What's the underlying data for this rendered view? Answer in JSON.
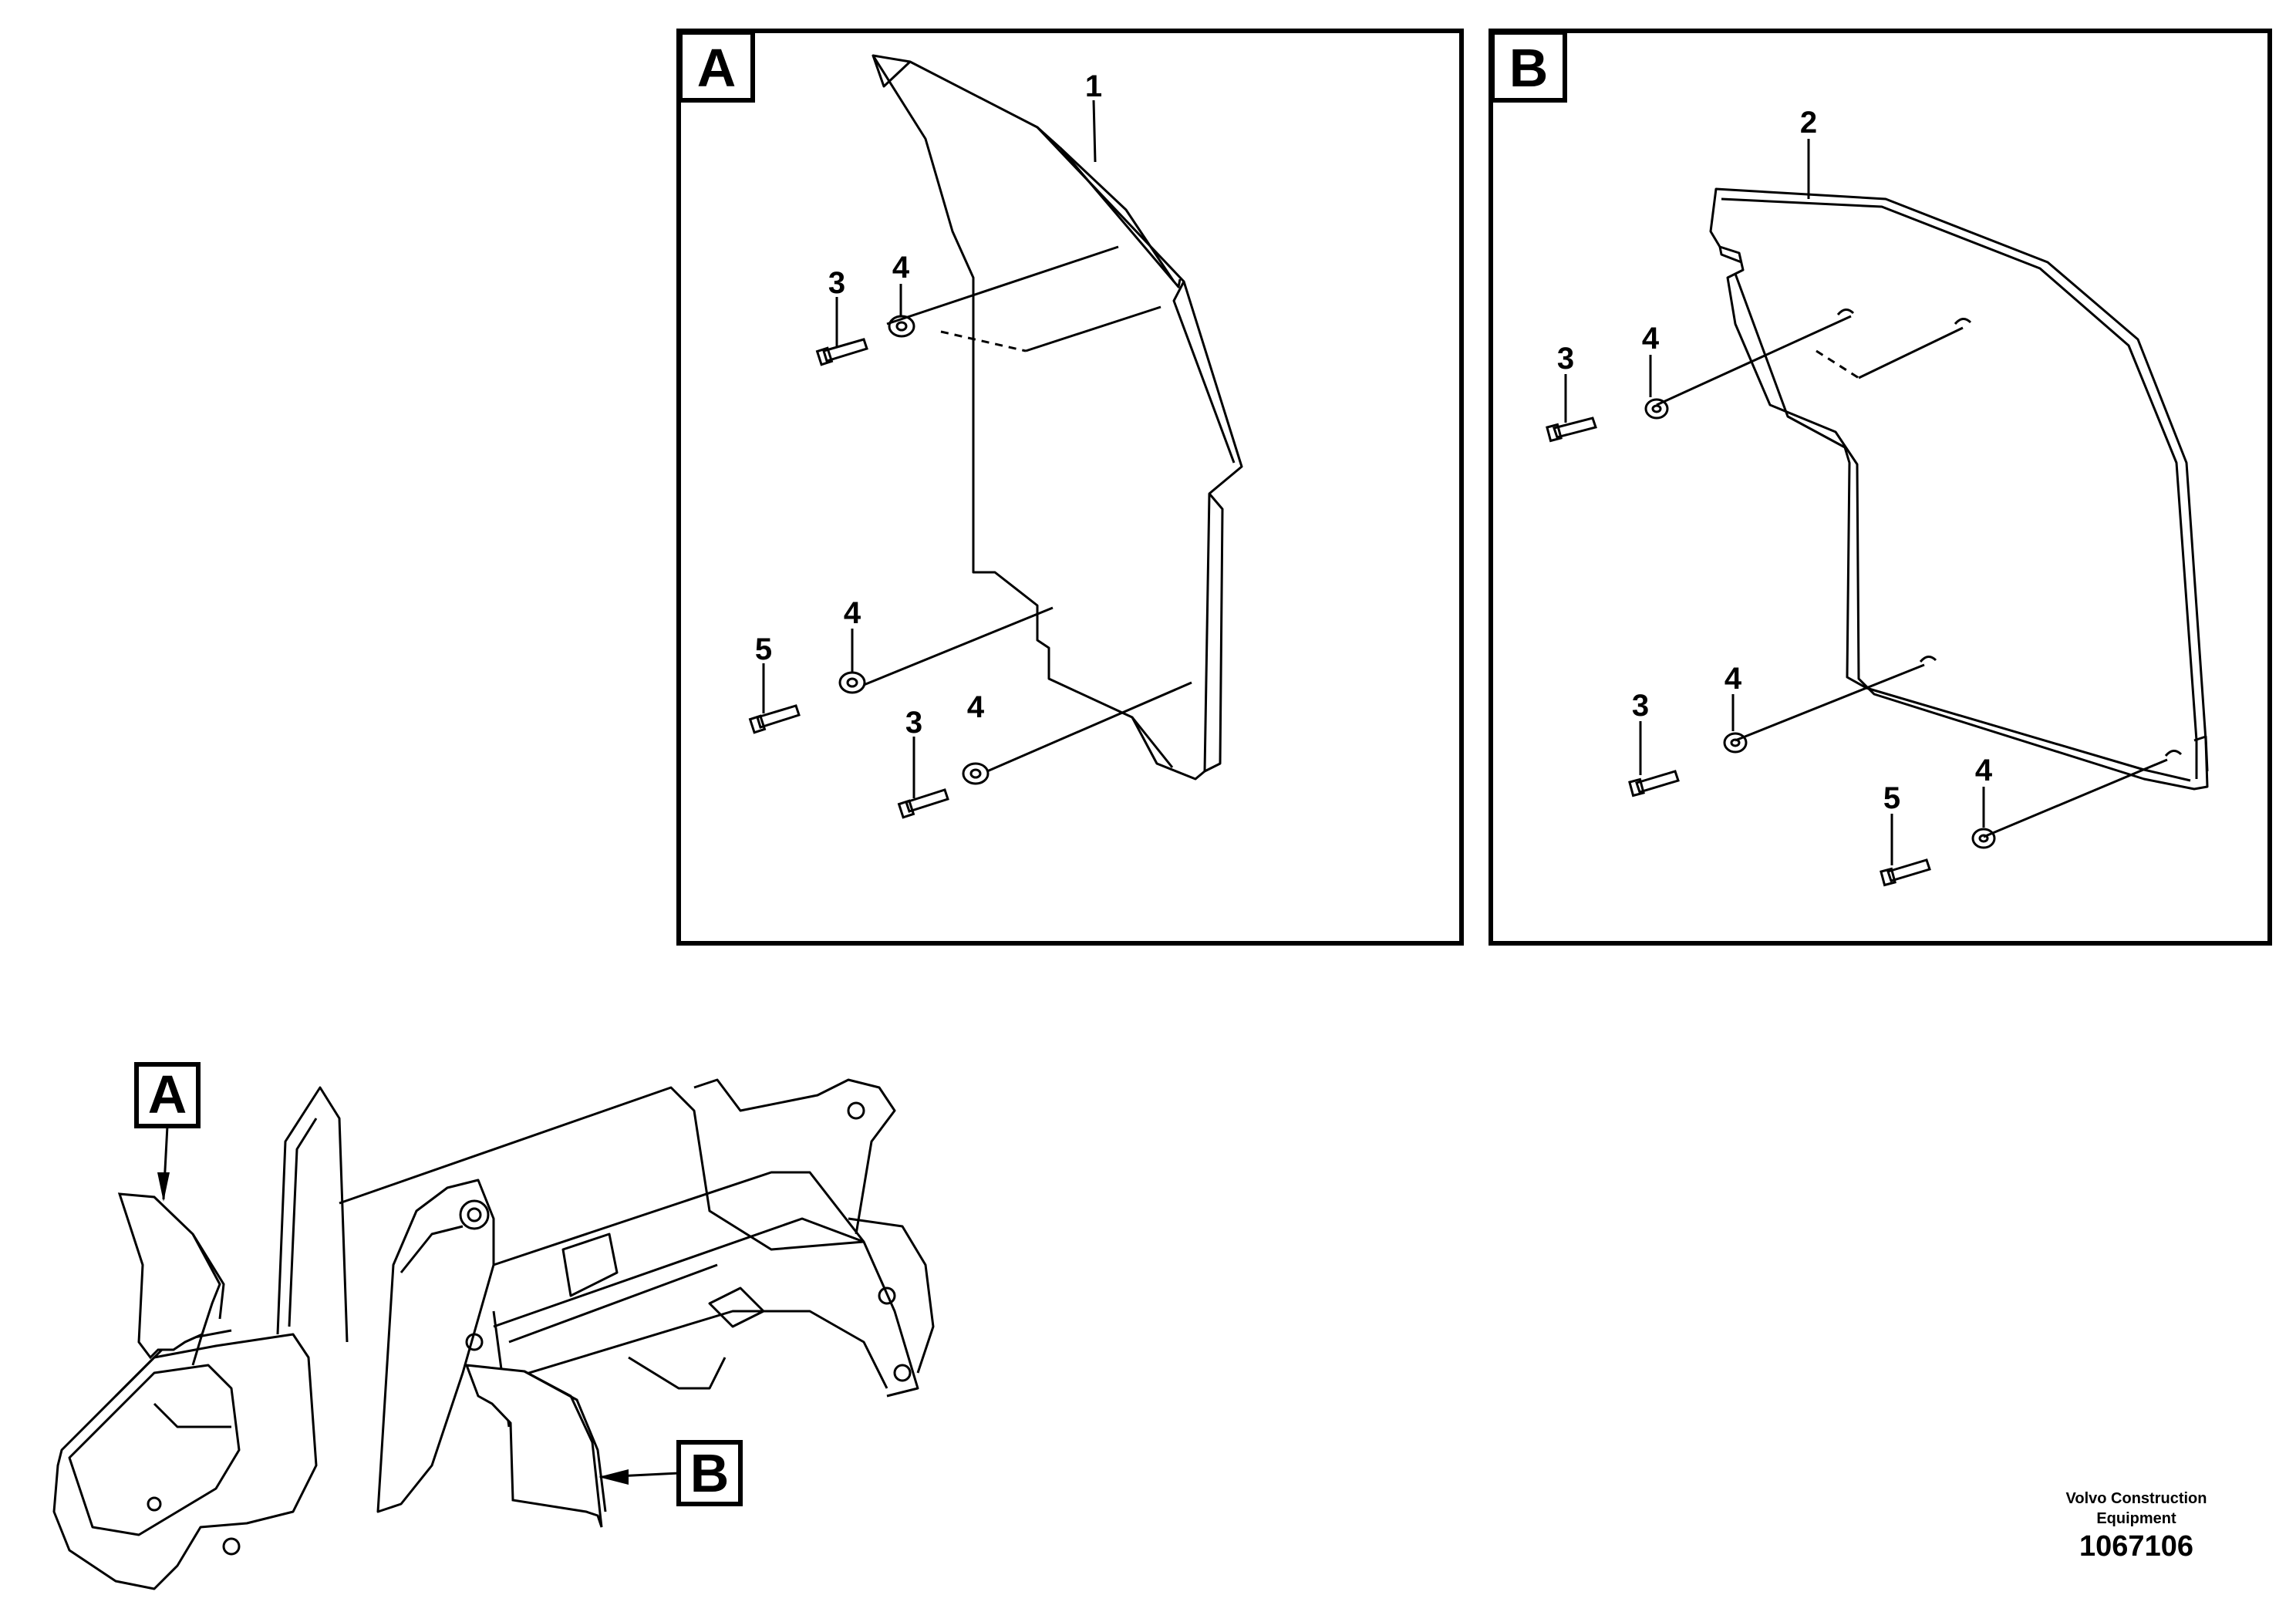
{
  "panels": [
    {
      "letter": "A"
    },
    {
      "letter": "B"
    }
  ],
  "callouts_a": [
    "1",
    "3",
    "4",
    "5",
    "4",
    "3",
    "4"
  ],
  "callouts_b": [
    "2",
    "4",
    "3",
    "4",
    "3",
    "4",
    "5"
  ],
  "overview_tags": [
    "A",
    "B"
  ],
  "footer": {
    "credit_line1": "Volvo Construction",
    "credit_line2": "Equipment",
    "doc_number": "1067106"
  }
}
